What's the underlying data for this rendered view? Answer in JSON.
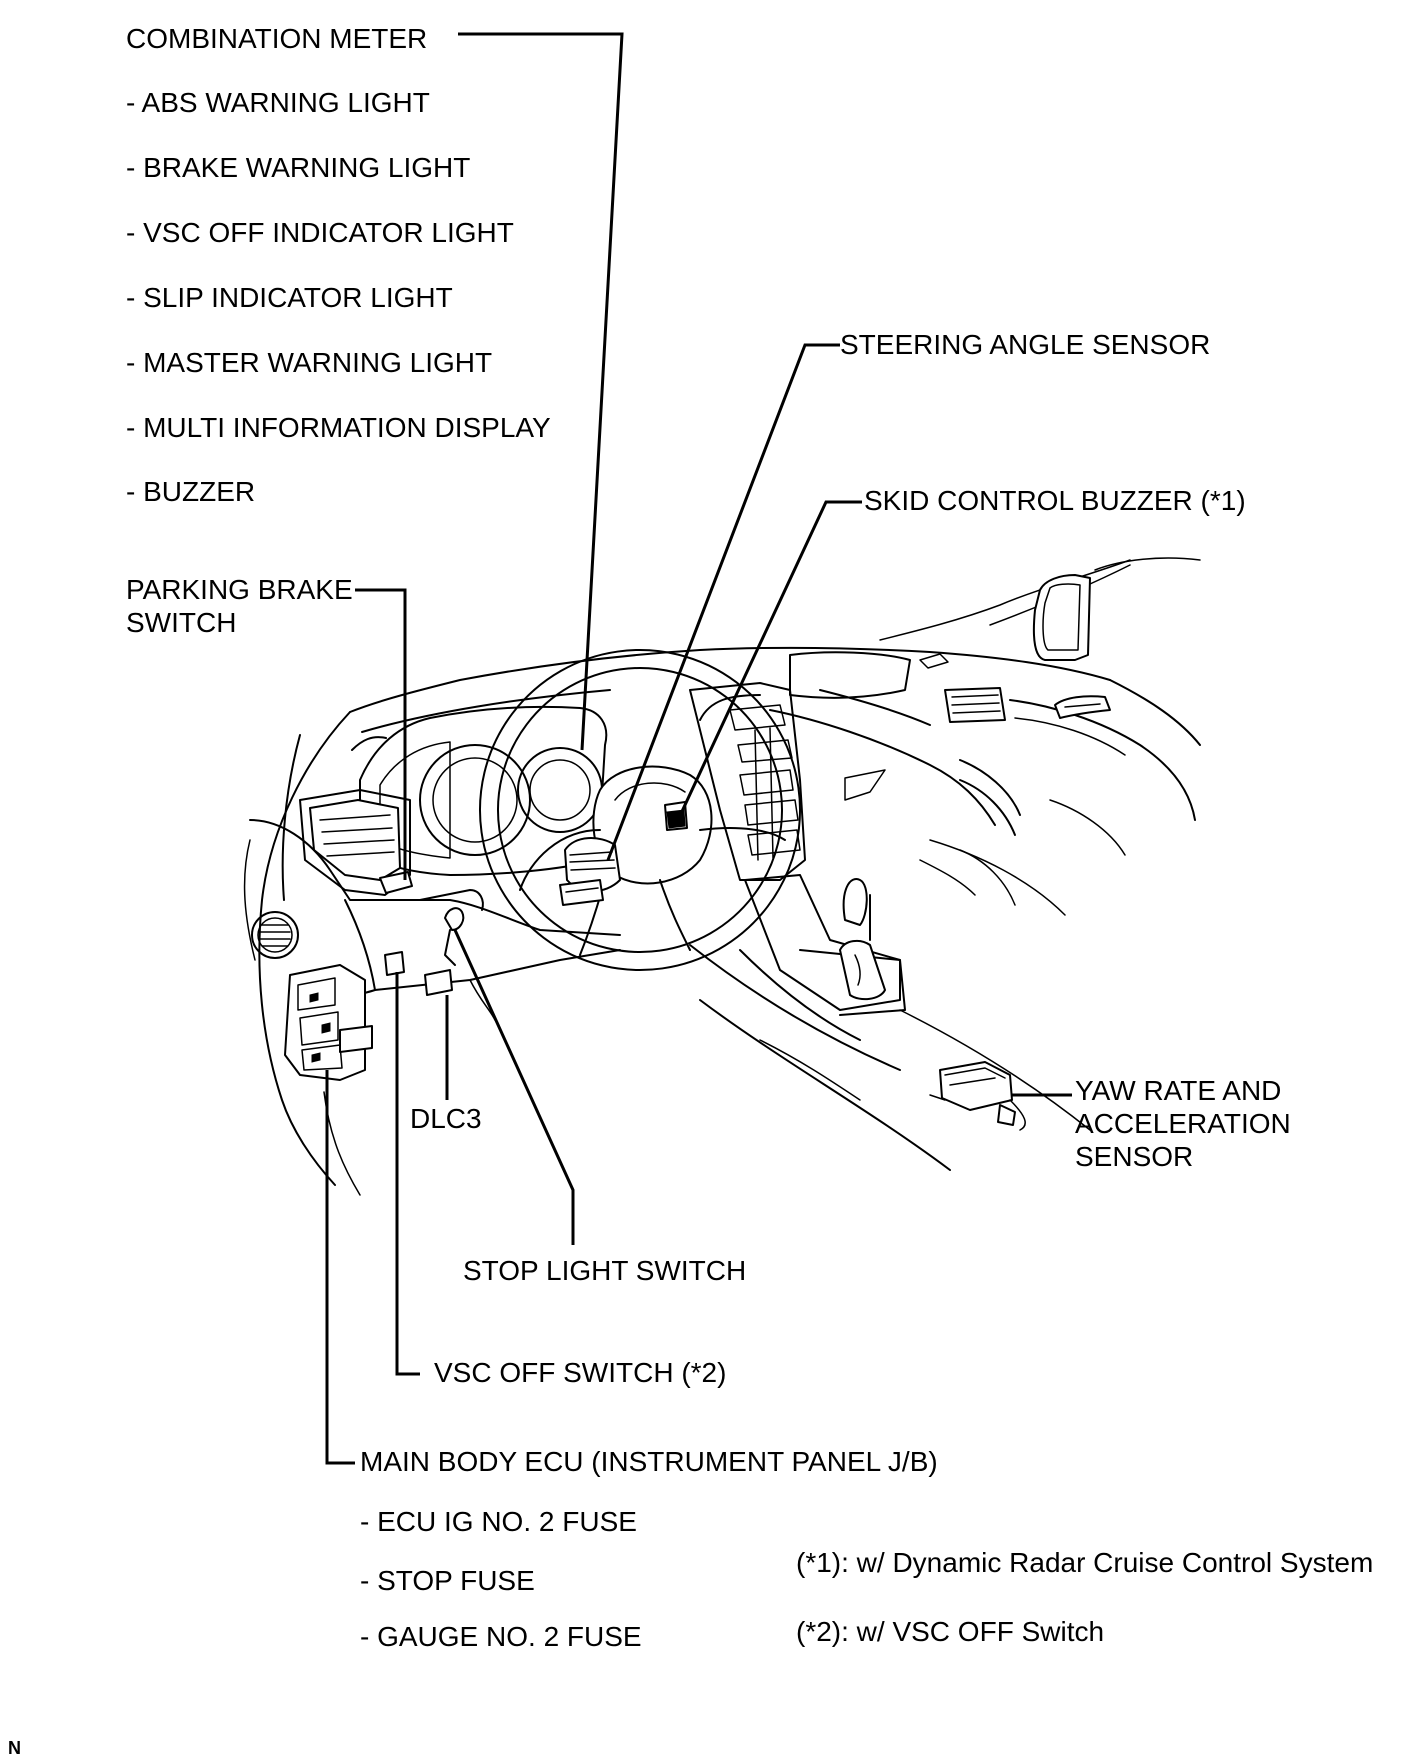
{
  "labels": {
    "combination_meter": "COMBINATION METER",
    "abs_warning_light": "- ABS WARNING LIGHT",
    "brake_warning_light": "- BRAKE WARNING LIGHT",
    "vsc_off_indicator_light": "- VSC OFF INDICATOR LIGHT",
    "slip_indicator_light": "- SLIP INDICATOR LIGHT",
    "master_warning_light": "- MASTER WARNING LIGHT",
    "multi_information_display": "- MULTI INFORMATION DISPLAY",
    "buzzer": "- BUZZER",
    "steering_angle_sensor": "STEERING ANGLE SENSOR",
    "skid_control_buzzer": "SKID CONTROL BUZZER (*1)",
    "parking_brake_switch_line1": "PARKING BRAKE",
    "parking_brake_switch_line2": "SWITCH",
    "yaw_rate_line1": "YAW RATE AND",
    "yaw_rate_line2": "ACCELERATION",
    "yaw_rate_line3": "SENSOR",
    "dlc3": "DLC3",
    "stop_light_switch": "STOP LIGHT SWITCH",
    "vsc_off_switch": "VSC OFF SWITCH (*2)",
    "main_body_ecu": "MAIN BODY ECU (INSTRUMENT PANEL J/B)",
    "ecu_ig_no2_fuse": "- ECU IG NO. 2 FUSE",
    "stop_fuse": "- STOP FUSE",
    "gauge_no2_fuse": "- GAUGE NO. 2 FUSE"
  },
  "notes": {
    "note1": "(*1): w/ Dynamic Radar Cruise Control System",
    "note2": "(*2): w/ VSC OFF Switch"
  },
  "corner_mark": "N"
}
